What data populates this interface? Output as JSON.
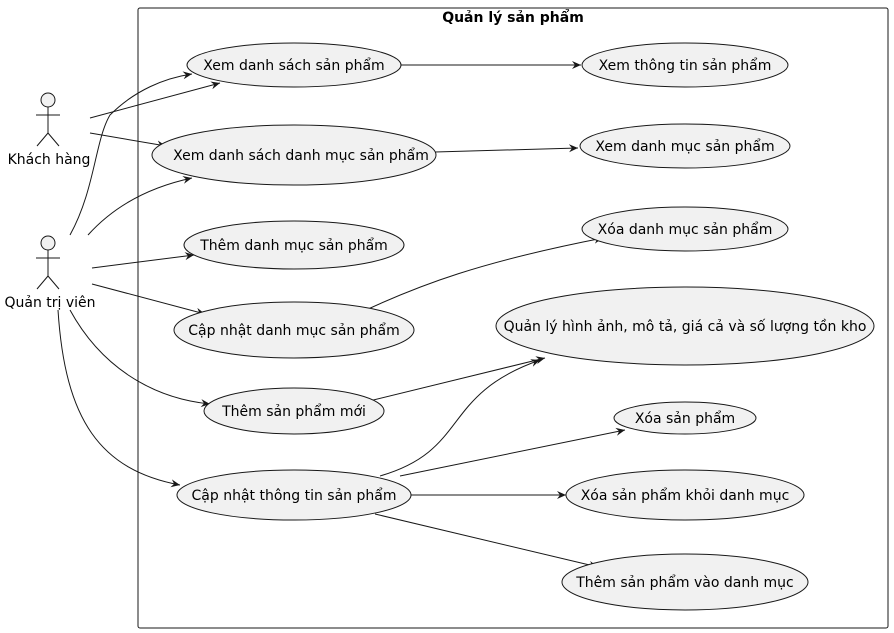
{
  "system": {
    "title": "Quản lý sản phẩm"
  },
  "actors": [
    {
      "id": "customer",
      "label": "Khách hàng"
    },
    {
      "id": "admin",
      "label": "Quản trị viên"
    }
  ],
  "use_cases": [
    {
      "id": "uc1",
      "label": "Xem danh sách sản phẩm"
    },
    {
      "id": "uc2",
      "label": "Xem thông tin sản phẩm"
    },
    {
      "id": "uc3",
      "label": "Xem danh sách danh mục sản phẩm"
    },
    {
      "id": "uc4",
      "label": "Xem danh mục sản phẩm"
    },
    {
      "id": "uc5",
      "label": "Thêm danh mục sản phẩm"
    },
    {
      "id": "uc6",
      "label": "Xóa danh mục sản phẩm"
    },
    {
      "id": "uc7",
      "label": "Cập nhật danh mục sản phẩm"
    },
    {
      "id": "uc8",
      "label": "Quản lý hình ảnh, mô tả, giá cả và số lượng tồn kho"
    },
    {
      "id": "uc9",
      "label": "Thêm sản phẩm mới"
    },
    {
      "id": "uc10",
      "label": "Xóa sản phẩm"
    },
    {
      "id": "uc11",
      "label": "Cập nhật thông tin sản phẩm"
    },
    {
      "id": "uc12",
      "label": "Xóa sản phẩm khỏi danh mục"
    },
    {
      "id": "uc13",
      "label": "Thêm sản phẩm vào danh mục"
    }
  ],
  "relations": [
    {
      "from": "customer",
      "to": "uc1"
    },
    {
      "from": "customer",
      "to": "uc3"
    },
    {
      "from": "admin",
      "to": "uc1"
    },
    {
      "from": "admin",
      "to": "uc3"
    },
    {
      "from": "admin",
      "to": "uc5"
    },
    {
      "from": "admin",
      "to": "uc7"
    },
    {
      "from": "admin",
      "to": "uc9"
    },
    {
      "from": "admin",
      "to": "uc11"
    },
    {
      "from": "uc1",
      "to": "uc2"
    },
    {
      "from": "uc3",
      "to": "uc4"
    },
    {
      "from": "uc7",
      "to": "uc6"
    },
    {
      "from": "uc9",
      "to": "uc8"
    },
    {
      "from": "uc11",
      "to": "uc8"
    },
    {
      "from": "uc11",
      "to": "uc10"
    },
    {
      "from": "uc11",
      "to": "uc12"
    },
    {
      "from": "uc11",
      "to": "uc13"
    }
  ],
  "colors": {
    "fill": "#f1f1f1",
    "stroke": "#181818",
    "background": "#ffffff"
  }
}
